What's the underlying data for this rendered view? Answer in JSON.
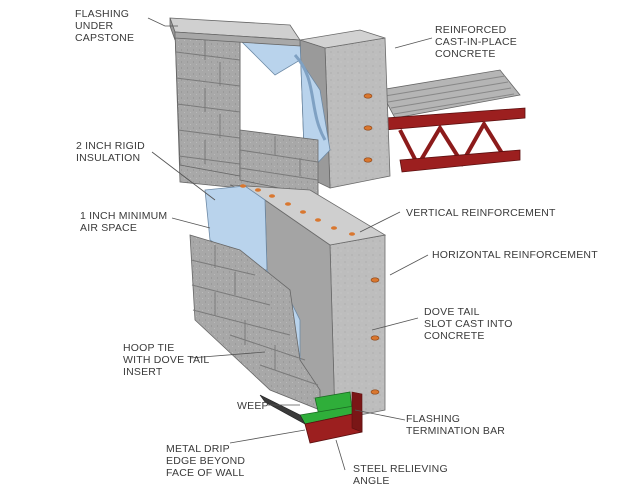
{
  "labels": {
    "flashing_under_capstone": "FLASHING\nUNDER\nCAPSTONE",
    "reinforced_concrete": "REINFORCED\nCAST-IN-PLACE\nCONCRETE",
    "rigid_insulation": "2 INCH RIGID\nINSULATION",
    "air_space": "1 INCH MINIMUM\nAIR SPACE",
    "vertical_reinforcement": "VERTICAL REINFORCEMENT",
    "horizontal_reinforcement": "HORIZONTAL REINFORCEMENT",
    "dove_tail_slot": "DOVE TAIL\nSLOT CAST INTO\nCONCRETE",
    "hoop_tie": "HOOP TIE\nWITH DOVE TAIL\nINSERT",
    "weep": "WEEP",
    "flashing_termination_bar": "FLASHING\nTERMINATION BAR",
    "metal_drip_edge": "METAL DRIP\nEDGE BEYOND\nFACE OF WALL",
    "steel_relieving_angle": "STEEL RELIEVING\nANGLE"
  },
  "colors": {
    "concrete": "#b8b8b8",
    "block": "#a9a9a9",
    "insulation": "#b9d3ec",
    "steel": "#8c1b1b",
    "flashing": "#2fae3a",
    "rebar_cap": "#d9772f"
  }
}
